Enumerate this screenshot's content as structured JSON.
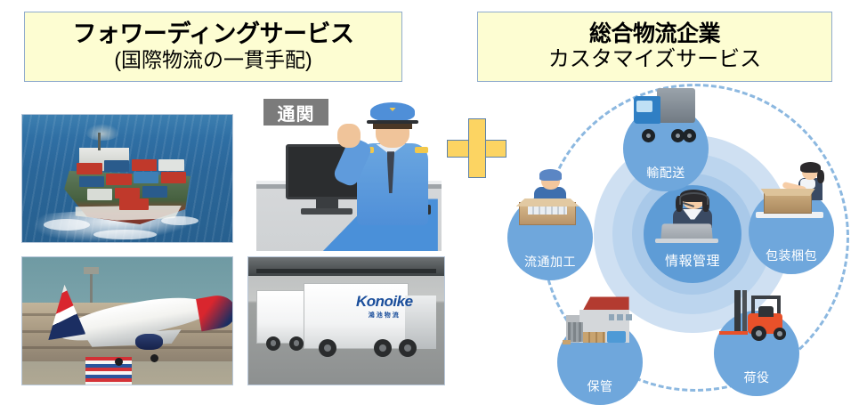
{
  "titles": {
    "left": {
      "main": "フォワーディングサービス",
      "sub": "(国際物流の一貫手配)"
    },
    "right": {
      "main": "総合物流企業",
      "sub": "カスタマイズサービス"
    }
  },
  "badges": {
    "customs": "通関"
  },
  "symbols": {
    "plus": "+"
  },
  "photos": {
    "ship": "container-ship-photo",
    "plane": "british-airways-aircraft-photo",
    "truck": "konoike-trucks-photo"
  },
  "truck_branding": {
    "logo": "Konoike",
    "sub": "鴻池物流"
  },
  "diagram": {
    "center": {
      "label": "情報管理",
      "icon": "headset-operator-icon"
    },
    "nodes": [
      {
        "id": "transport",
        "label": "輸配送",
        "icon": "delivery-truck-icon"
      },
      {
        "id": "packaging",
        "label": "包装梱包",
        "icon": "worker-packing-box-icon"
      },
      {
        "id": "handling",
        "label": "荷役",
        "icon": "forklift-icon"
      },
      {
        "id": "storage",
        "label": "保管",
        "icon": "warehouse-icon"
      },
      {
        "id": "processing",
        "label": "流通加工",
        "icon": "worker-with-carton-icon"
      }
    ]
  },
  "colors": {
    "title_box_fill": "#fdfdd2",
    "title_box_border": "#8fabcd",
    "plus_fill": "#fcd462",
    "plus_border": "#5b80a8",
    "badge_fill": "#7b7b7b",
    "node_fill": "#6fa7dc",
    "center_fill": "#5e9cd6",
    "ring_outer": "#cfe0f2",
    "ring_mid": "#bcd5ee",
    "ring_inner": "#a9c9e9",
    "dashed_ring": "#8cb8e0"
  }
}
